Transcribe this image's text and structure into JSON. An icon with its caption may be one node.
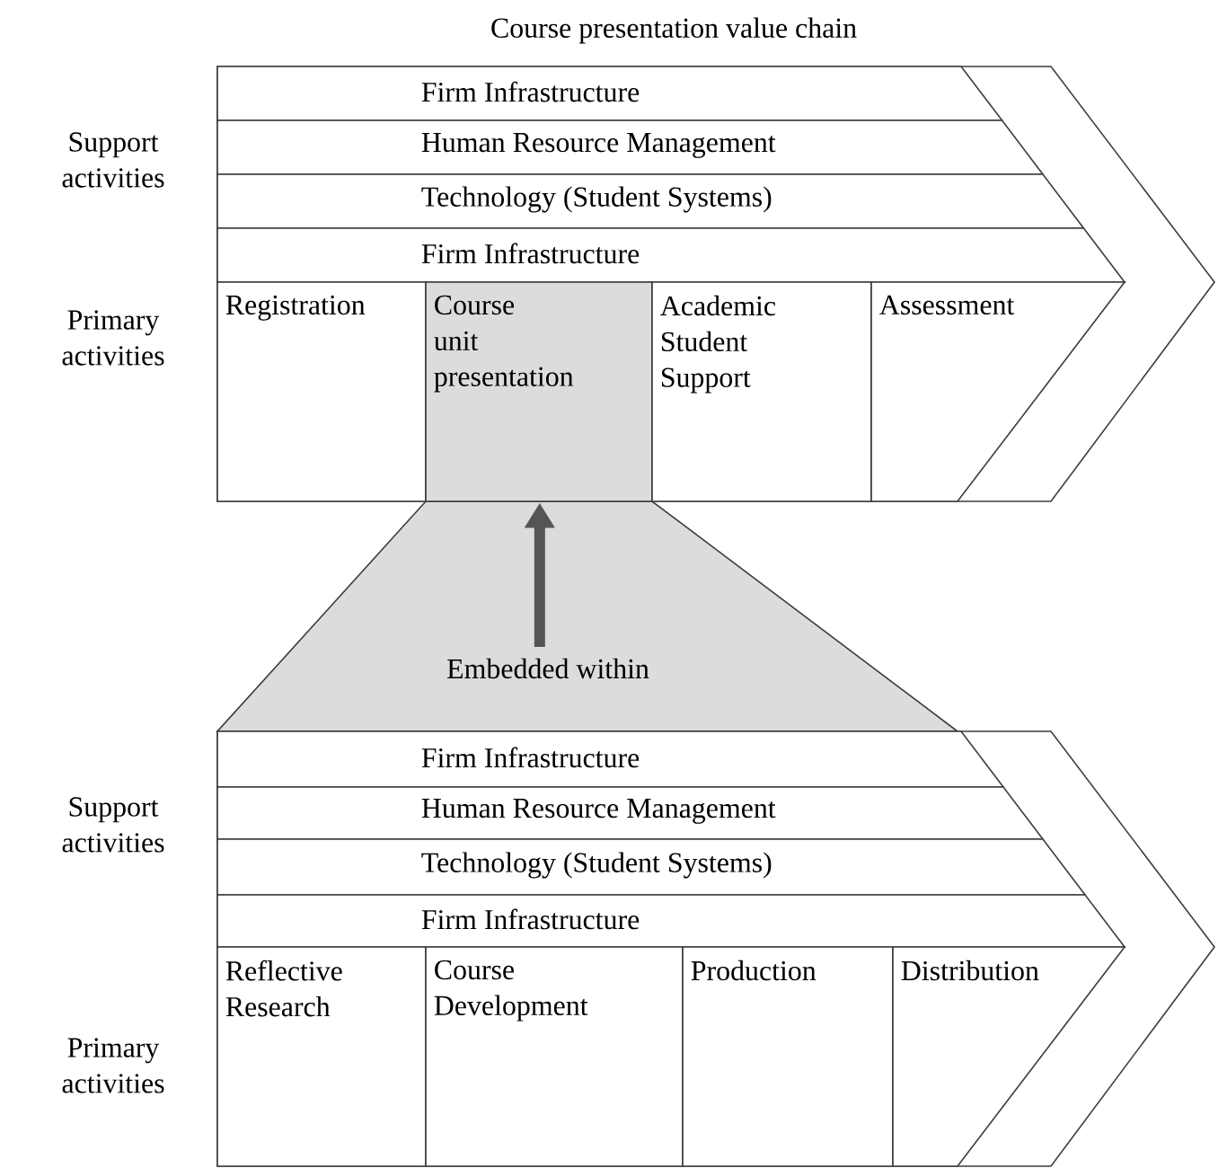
{
  "diagram": {
    "title": "Course presentation value chain",
    "nodes": [
      {
        "text": [
          "Firm Infrastructure"
        ]
      },
      {
        "text": [
          "Human Resource Management"
        ]
      },
      {
        "text": [
          "Technology (Student Systems)"
        ]
      },
      {
        "text": [
          "Firm Infrastructure"
        ]
      },
      {
        "text": [
          "Registration"
        ]
      },
      {
        "text": [
          "Course unit presentation"
        ]
      },
      {
        "text": [
          "Academic Student Support"
        ]
      },
      {
        "text": [
          "Assessment"
        ]
      },
      {
        "text": [
          "Embedded within"
        ]
      },
      {
        "text": [
          "Firm Infrastructure"
        ]
      },
      {
        "text": [
          "Human Resource Management"
        ]
      },
      {
        "text": [
          "Technology (Student Systems)"
        ]
      },
      {
        "text": [
          "Firm Infrastructure"
        ]
      },
      {
        "text": [
          "Reflective Research"
        ]
      },
      {
        "text": [
          "Course Development"
        ]
      },
      {
        "text": [
          "Production"
        ]
      },
      {
        "text": [
          "Distribution"
        ]
      }
    ],
    "edges": [
      {
        "from": 8,
        "to": 5,
        "arrow": "to"
      }
    ],
    "labels": [
      "Support activities",
      "Primary activities",
      "Support activities",
      "Primary activities"
    ]
  }
}
